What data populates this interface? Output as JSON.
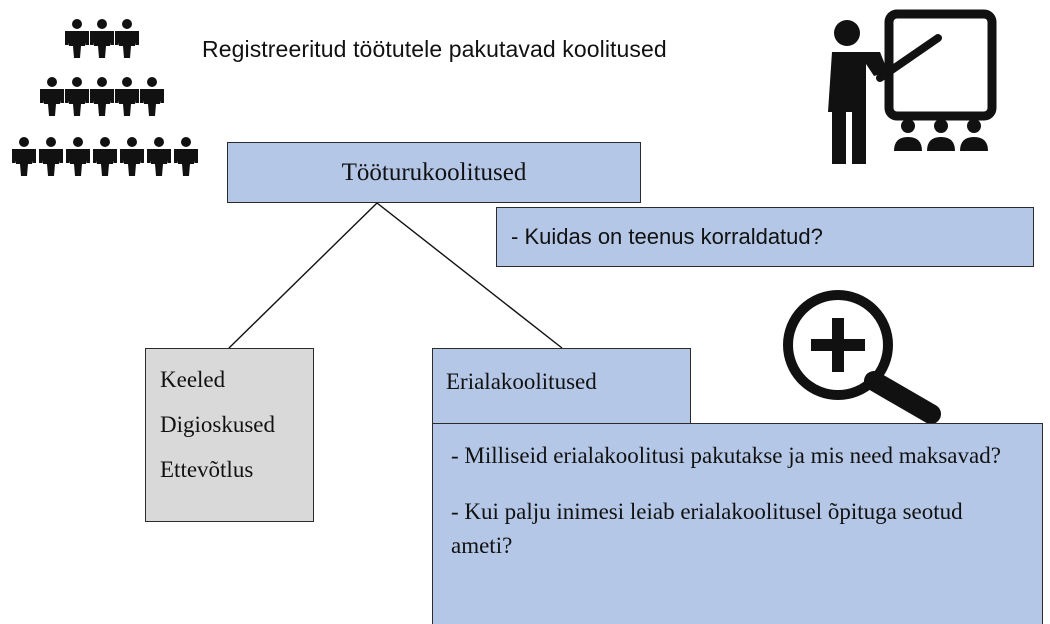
{
  "title": "Registreeritud töötutele pakutavad koolitused",
  "main_node": "Tööturukoolitused",
  "main_question": "- Kuidas on teenus korraldatud?",
  "left_branch": {
    "items": [
      "Keeled",
      "Digioskused",
      "Ettevõtlus"
    ]
  },
  "right_branch": {
    "label": "Erialakoolitused",
    "questions": [
      "- Milliseid erialakoolitusi pakutakse ja mis need maksavad?",
      "- Kui palju inimesi leiab erialakoolitusel õpituga seotud ameti?"
    ]
  },
  "icons": [
    "people-pyramid-icon",
    "teacher-board-icon",
    "zoom-in-icon"
  ],
  "colors": {
    "box_blue": "#b4c7e7",
    "box_grey": "#d9d9d9",
    "ink": "#111111"
  }
}
